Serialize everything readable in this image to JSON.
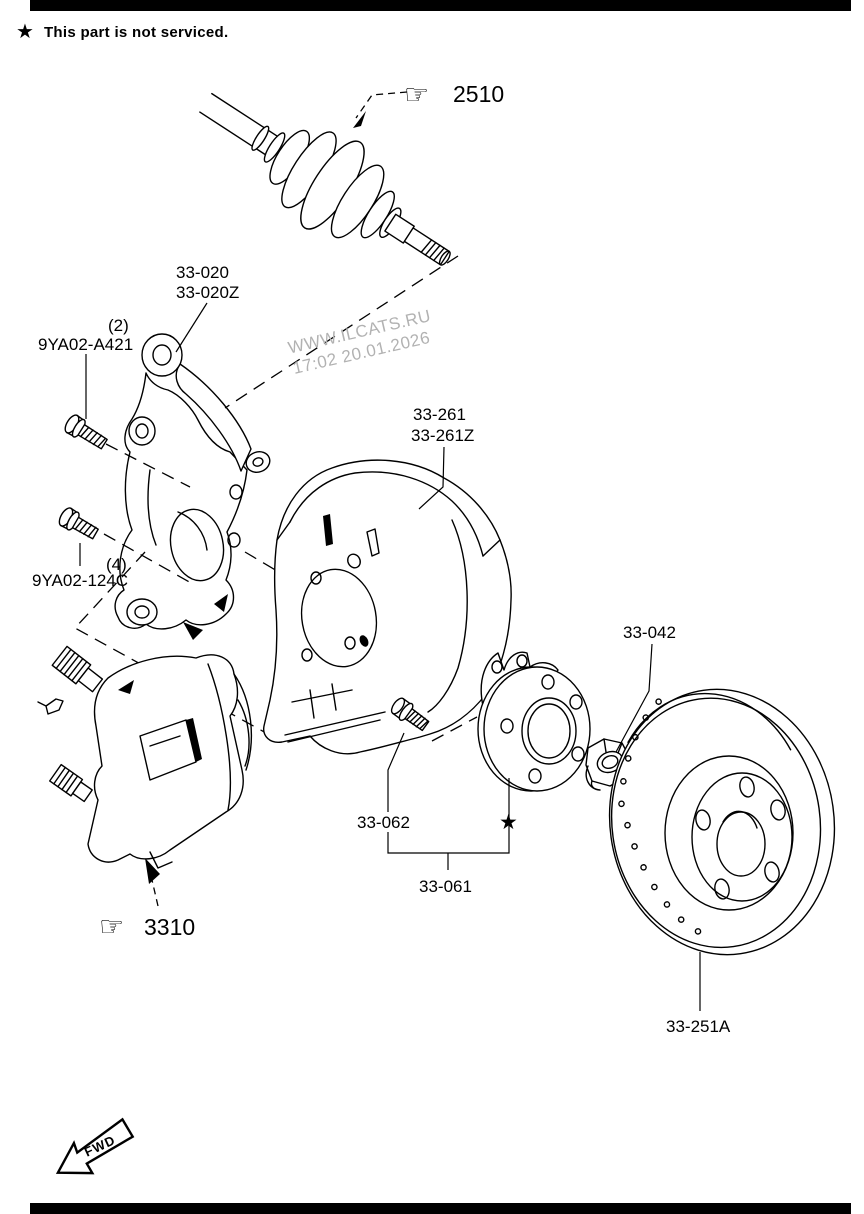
{
  "page": {
    "background": "#ffffff",
    "line_color": "#000000",
    "watermark_color": "#b2b2b2"
  },
  "header": {
    "star": "★",
    "note": "This part is not serviced."
  },
  "watermark": {
    "line1": "WWW.ILCATS.RU",
    "line2": "17:02 20.01.2026"
  },
  "icons": {
    "pointing_hand": "☞"
  },
  "callouts": {
    "driveshaft_ref": {
      "label": "2510"
    },
    "knuckle": {
      "line1": "33-020",
      "line2": "33-020Z"
    },
    "bolt_upper": {
      "qty": "(2)",
      "label": "9YA02-A421"
    },
    "bolt_lower": {
      "qty": "(4)",
      "label": "9YA02-124C"
    },
    "dust_shield": {
      "line1": "33-261",
      "line2": "33-261Z"
    },
    "hub_nut": {
      "label": "33-042"
    },
    "wheel_stud": {
      "label": "33-062"
    },
    "hub_bearing": {
      "label": "33-061",
      "star": "★"
    },
    "caliper_ref": {
      "label": "3310"
    },
    "brake_disc": {
      "label": "33-251A"
    }
  },
  "fwd_marker": {
    "label": "FWD"
  }
}
